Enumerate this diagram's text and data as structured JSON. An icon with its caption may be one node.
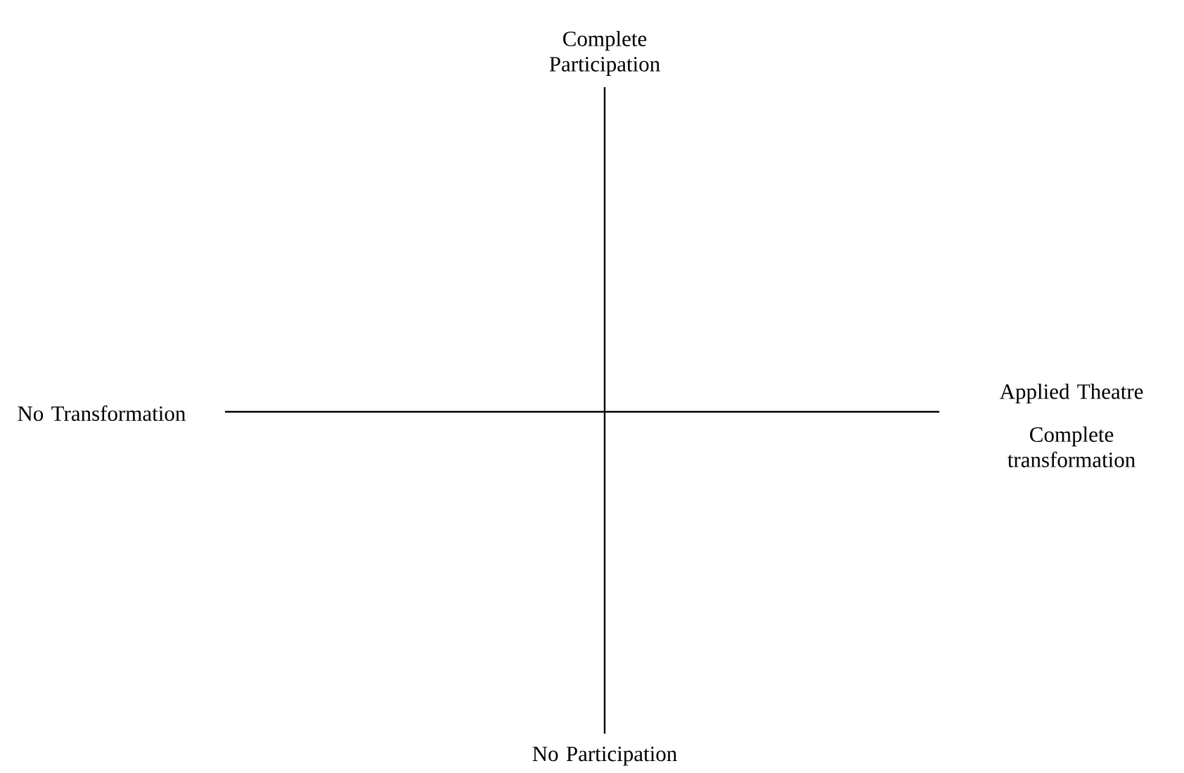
{
  "diagram": {
    "labels": [
      "Complete Participation",
      "No Transformation",
      "Applied Theatre",
      "Complete transformation",
      "No Participation"
    ]
  }
}
